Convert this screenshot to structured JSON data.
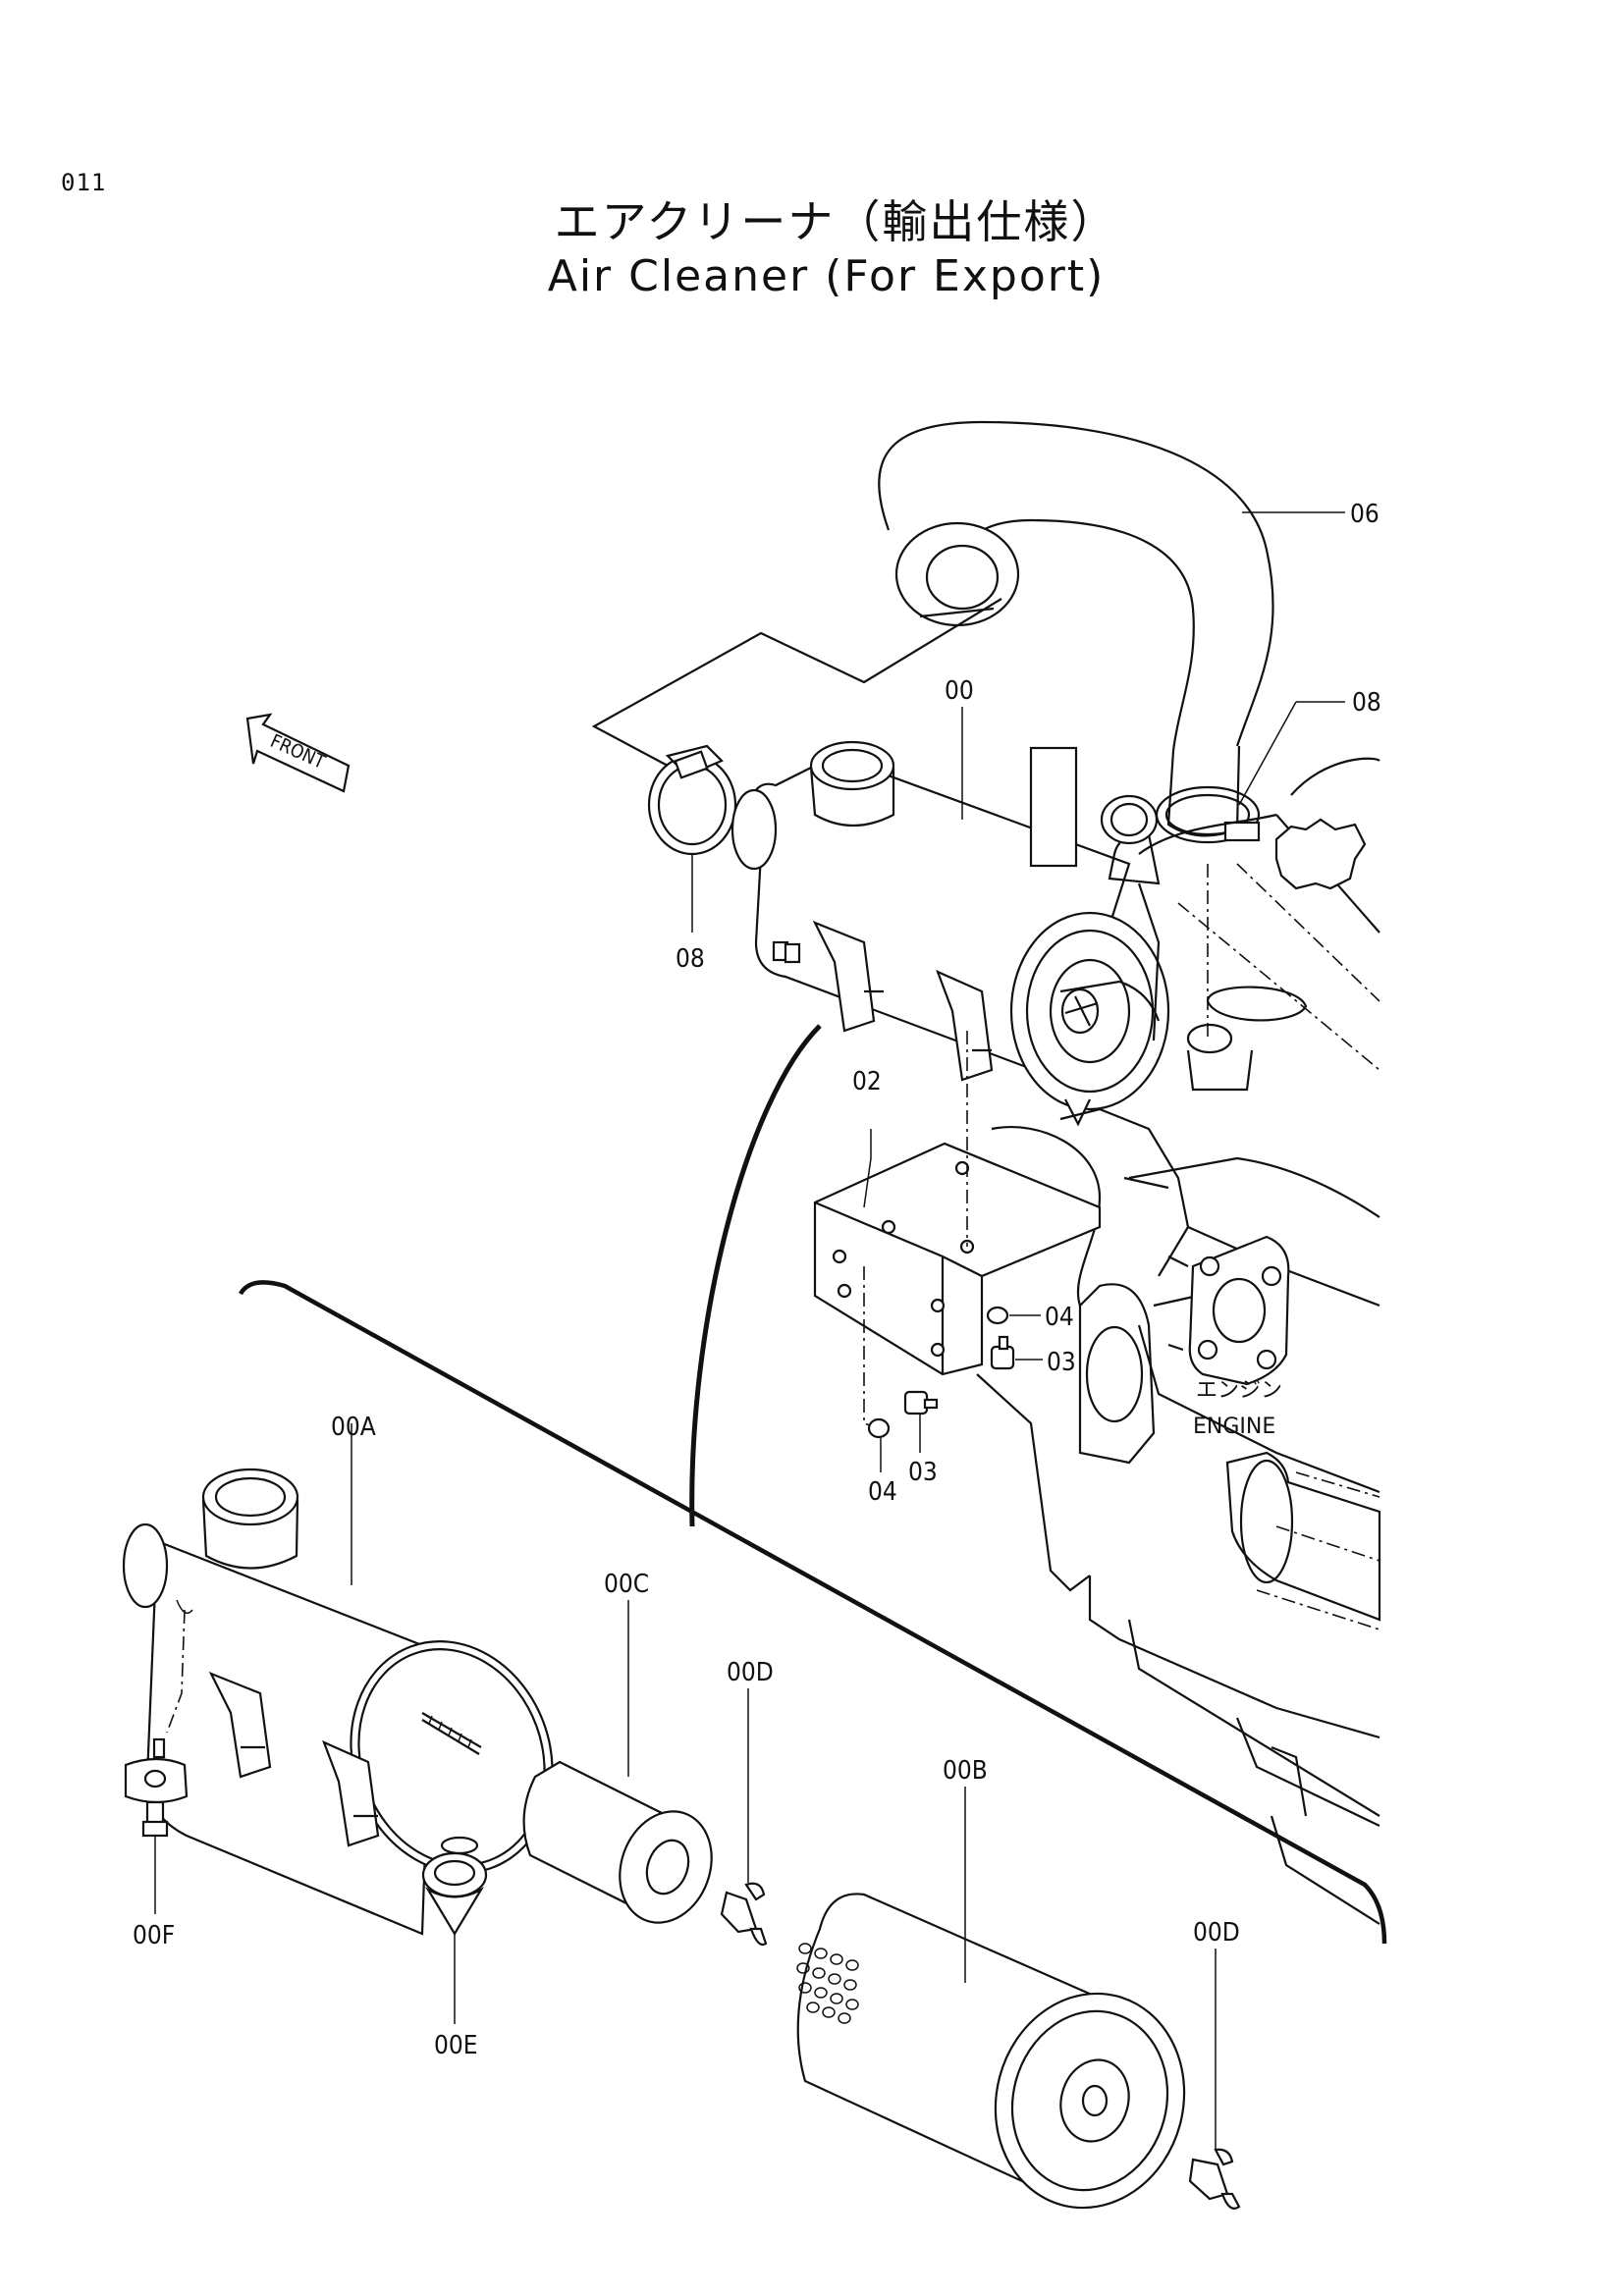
{
  "page_number": "011",
  "title_jp": "エアクリーナ（輸出仕様）",
  "title_en": "Air Cleaner (For Export)",
  "front_label": "FRONT",
  "engine_label_jp": "エンジン",
  "engine_label_en": "ENGINE",
  "callouts": {
    "c06": "06",
    "c08_right": "08",
    "c00": "00",
    "c08_left": "08",
    "c02": "02",
    "c04_right": "04",
    "c03_right": "03",
    "c04_bottom": "04",
    "c03_bottom": "03",
    "c00A": "00A",
    "c00C": "00C",
    "c00D_left": "00D",
    "c00B": "00B",
    "c00D_right": "00D",
    "c00F": "00F",
    "c00E": "00E"
  }
}
